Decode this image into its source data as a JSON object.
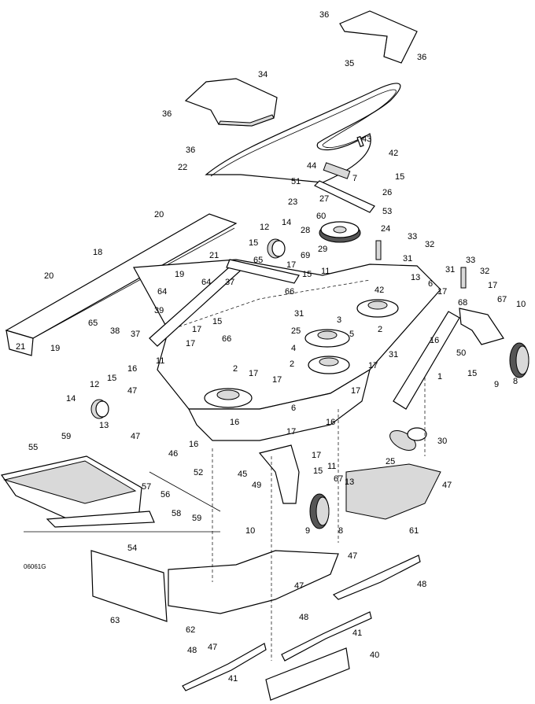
{
  "figure_code": "06061G",
  "callouts": [
    {
      "id": "c36a",
      "text": "36"
    },
    {
      "id": "c35",
      "text": "35"
    },
    {
      "id": "c36b",
      "text": "36"
    },
    {
      "id": "c34",
      "text": "34"
    },
    {
      "id": "c36c",
      "text": "36"
    },
    {
      "id": "c36d",
      "text": "36"
    },
    {
      "id": "c22",
      "text": "22"
    },
    {
      "id": "c43",
      "text": "43"
    },
    {
      "id": "c42a",
      "text": "42"
    },
    {
      "id": "c44",
      "text": "44"
    },
    {
      "id": "c7",
      "text": "7"
    },
    {
      "id": "c15a",
      "text": "15"
    },
    {
      "id": "c51",
      "text": "51"
    },
    {
      "id": "c26",
      "text": "26"
    },
    {
      "id": "c23",
      "text": "23"
    },
    {
      "id": "c27",
      "text": "27"
    },
    {
      "id": "c53",
      "text": "53"
    },
    {
      "id": "c60",
      "text": "60"
    },
    {
      "id": "c24",
      "text": "24"
    },
    {
      "id": "c28",
      "text": "28"
    },
    {
      "id": "c33a",
      "text": "33"
    },
    {
      "id": "c32a",
      "text": "32"
    },
    {
      "id": "c29",
      "text": "29"
    },
    {
      "id": "c69",
      "text": "69"
    },
    {
      "id": "c31a",
      "text": "31"
    },
    {
      "id": "c13a",
      "text": "13"
    },
    {
      "id": "c20a",
      "text": "20"
    },
    {
      "id": "c12a",
      "text": "12"
    },
    {
      "id": "c14a",
      "text": "14"
    },
    {
      "id": "c15b",
      "text": "15"
    },
    {
      "id": "c65a",
      "text": "65"
    },
    {
      "id": "c21a",
      "text": "21"
    },
    {
      "id": "c18",
      "text": "18"
    },
    {
      "id": "c19a",
      "text": "19"
    },
    {
      "id": "c20b",
      "text": "20"
    },
    {
      "id": "c64a",
      "text": "64"
    },
    {
      "id": "c37a",
      "text": "37"
    },
    {
      "id": "c17a",
      "text": "17"
    },
    {
      "id": "c11a",
      "text": "11"
    },
    {
      "id": "c15c",
      "text": "15"
    },
    {
      "id": "c66a",
      "text": "66"
    },
    {
      "id": "c42b",
      "text": "42"
    },
    {
      "id": "c6a",
      "text": "6"
    },
    {
      "id": "c31b",
      "text": "31"
    },
    {
      "id": "c17b",
      "text": "17"
    },
    {
      "id": "c33b",
      "text": "33"
    },
    {
      "id": "c32b",
      "text": "32"
    },
    {
      "id": "c68",
      "text": "68"
    },
    {
      "id": "c67a",
      "text": "67"
    },
    {
      "id": "c10a",
      "text": "10"
    },
    {
      "id": "c17c",
      "text": "17"
    },
    {
      "id": "c64b",
      "text": "64"
    },
    {
      "id": "c65b",
      "text": "65"
    },
    {
      "id": "c38",
      "text": "38"
    },
    {
      "id": "c39",
      "text": "39"
    },
    {
      "id": "c37b",
      "text": "37"
    },
    {
      "id": "c21b",
      "text": "21"
    },
    {
      "id": "c19b",
      "text": "19"
    },
    {
      "id": "c31c",
      "text": "31"
    },
    {
      "id": "c3",
      "text": "3"
    },
    {
      "id": "c25a",
      "text": "25"
    },
    {
      "id": "c5",
      "text": "5"
    },
    {
      "id": "c4",
      "text": "4"
    },
    {
      "id": "c2a",
      "text": "2"
    },
    {
      "id": "c16a",
      "text": "16"
    },
    {
      "id": "c50",
      "text": "50"
    },
    {
      "id": "c15d",
      "text": "15"
    },
    {
      "id": "c9a",
      "text": "9"
    },
    {
      "id": "c8a",
      "text": "8"
    },
    {
      "id": "c1",
      "text": "1"
    },
    {
      "id": "c31d",
      "text": "31"
    },
    {
      "id": "c17d",
      "text": "17"
    },
    {
      "id": "c2b",
      "text": "2"
    },
    {
      "id": "c17e",
      "text": "17"
    },
    {
      "id": "c15e",
      "text": "15"
    },
    {
      "id": "c17f",
      "text": "17"
    },
    {
      "id": "c66b",
      "text": "66"
    },
    {
      "id": "c16b",
      "text": "16"
    },
    {
      "id": "c11b",
      "text": "11"
    },
    {
      "id": "c2c",
      "text": "2"
    },
    {
      "id": "c17g",
      "text": "17"
    },
    {
      "id": "c12b",
      "text": "12"
    },
    {
      "id": "c15f",
      "text": "15"
    },
    {
      "id": "c14b",
      "text": "14"
    },
    {
      "id": "c47a",
      "text": "47"
    },
    {
      "id": "c17h",
      "text": "17"
    },
    {
      "id": "c6b",
      "text": "6"
    },
    {
      "id": "c17i",
      "text": "17"
    },
    {
      "id": "c13b",
      "text": "13"
    },
    {
      "id": "c47b",
      "text": "47"
    },
    {
      "id": "c16c",
      "text": "16"
    },
    {
      "id": "c16d",
      "text": "16"
    },
    {
      "id": "c59a",
      "text": "59"
    },
    {
      "id": "c46",
      "text": "46"
    },
    {
      "id": "c17j",
      "text": "17"
    },
    {
      "id": "c16e",
      "text": "16"
    },
    {
      "id": "c30",
      "text": "30"
    },
    {
      "id": "c55",
      "text": "55"
    },
    {
      "id": "c45",
      "text": "45"
    },
    {
      "id": "c17k",
      "text": "17"
    },
    {
      "id": "c11c",
      "text": "11"
    },
    {
      "id": "c25b",
      "text": "25"
    },
    {
      "id": "c52",
      "text": "52"
    },
    {
      "id": "c15g",
      "text": "15"
    },
    {
      "id": "c57",
      "text": "57"
    },
    {
      "id": "c56",
      "text": "56"
    },
    {
      "id": "c49",
      "text": "49"
    },
    {
      "id": "c67b",
      "text": "67"
    },
    {
      "id": "c13c",
      "text": "13"
    },
    {
      "id": "c47c",
      "text": "47"
    },
    {
      "id": "c58",
      "text": "58"
    },
    {
      "id": "c59b",
      "text": "59"
    },
    {
      "id": "c10b",
      "text": "10"
    },
    {
      "id": "c9b",
      "text": "9"
    },
    {
      "id": "c8b",
      "text": "8"
    },
    {
      "id": "c61",
      "text": "61"
    },
    {
      "id": "c54",
      "text": "54"
    },
    {
      "id": "c47d",
      "text": "47"
    },
    {
      "id": "c47e",
      "text": "47"
    },
    {
      "id": "c48a",
      "text": "48"
    },
    {
      "id": "c63",
      "text": "63"
    },
    {
      "id": "c62",
      "text": "62"
    },
    {
      "id": "c47f",
      "text": "47"
    },
    {
      "id": "c48b",
      "text": "48"
    },
    {
      "id": "c41a",
      "text": "41"
    },
    {
      "id": "c48c",
      "text": "48"
    },
    {
      "id": "c40",
      "text": "40"
    },
    {
      "id": "c41b",
      "text": "41"
    }
  ]
}
